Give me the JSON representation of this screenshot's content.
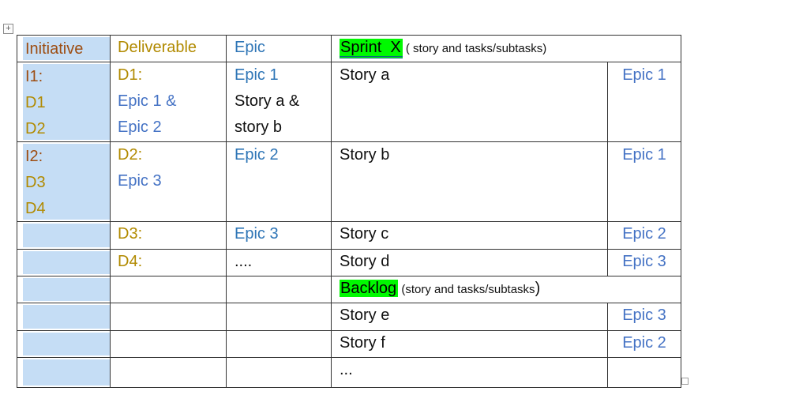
{
  "colors": {
    "brown": "#9d4d12",
    "gold": "#b18a00",
    "epicblue": "#2e75b6",
    "linkblue": "#4472c4",
    "ink": "#111111",
    "green": "#00f900",
    "cellblue": "#c5ddf5",
    "bordercol": "#333333",
    "underline": "#0a6a80"
  },
  "handles": {
    "move_glyph": "+"
  },
  "header": {
    "initiative": "Initiative",
    "deliverable": "Deliverable",
    "epic": "Epic",
    "sprint_label": "Sprint  X",
    "sprint_note": " ( story and tasks/subtasks)"
  },
  "rows": {
    "r1": {
      "c1l1": "I1:",
      "c1l2": "D1",
      "c1l3": "D2",
      "c2l1": "D1:",
      "c2l2": "Epic 1 &",
      "c2l3": "Epic 2",
      "c3l1": "Epic 1",
      "c3l2": "Story a &",
      "c3l3": "story b",
      "c4": "Story a",
      "c5": "Epic 1"
    },
    "r2": {
      "c1l1": "I2:",
      "c1l2": "D3",
      "c1l3": "D4",
      "c2l1": "D2:",
      "c2l2": "Epic 3",
      "c3l1": "Epic 2",
      "c4": "Story b",
      "c5": "Epic 1"
    },
    "r3": {
      "c2": "D3:",
      "c3": "Epic 3",
      "c4": "Story c",
      "c5": "Epic 2"
    },
    "r4": {
      "c2": "D4:",
      "c3": "....",
      "c4": "Story d",
      "c5": "Epic 3"
    },
    "backlog": {
      "label": "Backlog",
      "note": " (story and tasks/subtasks",
      "close_paren": ")"
    },
    "r6": {
      "c4": "Story e",
      "c5": "Epic 3"
    },
    "r7": {
      "c4": "Story f",
      "c5": "Epic 2"
    },
    "r8": {
      "c4": "..."
    }
  }
}
